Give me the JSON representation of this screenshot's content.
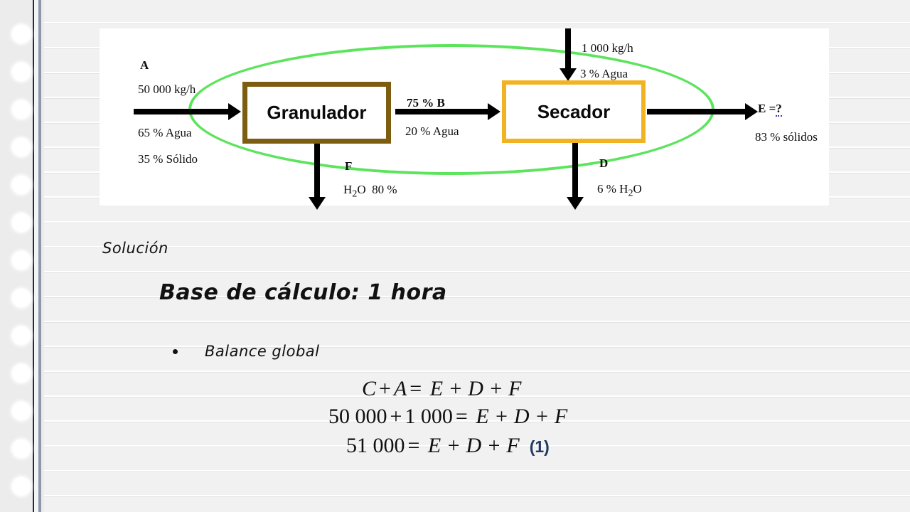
{
  "page": {
    "background_color": "#f1f1f1",
    "rule_line_color": "#e2e2e4",
    "margin_line_color": "#1f2a44",
    "punch_hole_count": 13
  },
  "diagram": {
    "panel_background": "#ffffff",
    "highlight_ellipse": {
      "name": "green-highlight-ellipse",
      "color": "#5ce45c"
    },
    "units": [
      {
        "id": "granulador",
        "label": "Granulador",
        "border_color": "#7d5d10"
      },
      {
        "id": "secador",
        "label": "Secador",
        "border_color": "#f2b323"
      }
    ],
    "streams": {
      "feed_A": {
        "letter": "A",
        "flow": "50 000 kg/h",
        "water": "65 % Agua",
        "solid": "35 % Solido"
      },
      "feed_A_solid_display": "35 % Sólido",
      "intermediate_B": {
        "letter_line": "75 % B",
        "water": "20 % Agua"
      },
      "recycle_C": {
        "flow": "1 000 kg/h",
        "water": "3 % Agua"
      },
      "purge_F": {
        "letter": "F",
        "composition": "H2O  80 %"
      },
      "bottom_D": {
        "letter": "D",
        "composition": "6 % H2O"
      },
      "product_E": {
        "label": "E =?",
        "solids": "83 % sólidos"
      }
    }
  },
  "solution": {
    "heading": "Solución",
    "basis": "Base de cálculo: 1 hora",
    "bullet_label": "Balance global",
    "equations": [
      {
        "id": "eq-1",
        "lhs_left": "C",
        "op1": "+",
        "lhs_right": "A",
        "equals": "=",
        "rhs": "E + D + F",
        "tag": ""
      },
      {
        "id": "eq-2",
        "lhs_left": "50 000",
        "op1": "+",
        "lhs_right": "1 000",
        "equals": "=",
        "rhs": "E + D + F",
        "tag": ""
      },
      {
        "id": "eq-3",
        "lhs_left": "51 000",
        "op1": "",
        "lhs_right": "",
        "equals": "=",
        "rhs": "E + D + F",
        "tag": "(1)"
      }
    ],
    "eq_tag_color": "#1f3864"
  }
}
